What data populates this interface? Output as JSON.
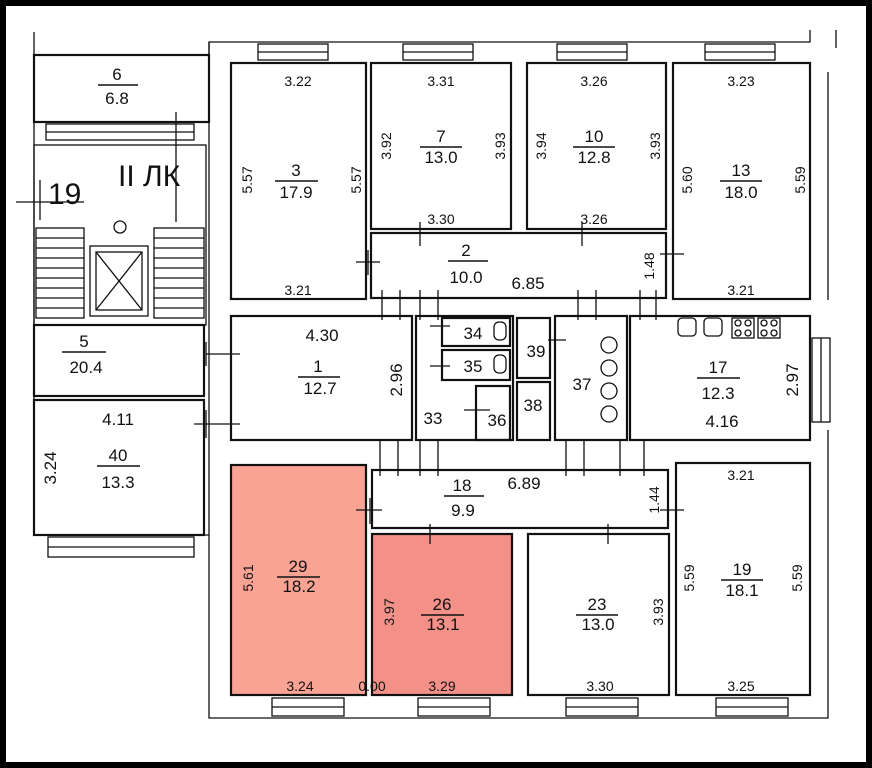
{
  "colors": {
    "frame": "#000000",
    "paper": "#ffffff",
    "line": "#111111",
    "room_29_highlight": "#f9a394",
    "room_26_highlight": "#f39088"
  },
  "stair_marks": {
    "section_label": "II ЛК",
    "floor_number": "19"
  },
  "rooms": [
    {
      "id": "r6",
      "number": "6",
      "area": "6.8"
    },
    {
      "id": "r3",
      "number": "3",
      "area": "17.9"
    },
    {
      "id": "r7",
      "number": "7",
      "area": "13.0"
    },
    {
      "id": "r10",
      "number": "10",
      "area": "12.8"
    },
    {
      "id": "r13",
      "number": "13",
      "area": "18.0"
    },
    {
      "id": "r2",
      "number": "2",
      "area": "10.0"
    },
    {
      "id": "r5",
      "number": "5",
      "area": "20.4"
    },
    {
      "id": "r1",
      "number": "1",
      "area": "12.7"
    },
    {
      "id": "r40",
      "number": "40",
      "area": "13.3"
    },
    {
      "id": "r17",
      "number": "17",
      "area": "12.3"
    },
    {
      "id": "r18",
      "number": "18",
      "area": "9.9"
    },
    {
      "id": "r29",
      "number": "29",
      "area": "18.2",
      "highlighted": true
    },
    {
      "id": "r26",
      "number": "26",
      "area": "13.1",
      "highlighted": true
    },
    {
      "id": "r23",
      "number": "23",
      "area": "13.0"
    },
    {
      "id": "r19",
      "number": "19",
      "area": "18.1"
    }
  ],
  "small_rooms": [
    "34",
    "35",
    "36",
    "39",
    "33",
    "38",
    "37"
  ],
  "dimensions": {
    "r3_top": "3.22",
    "r3_left": "5.57",
    "r3_right": "5.57",
    "r3_bottom": "3.21",
    "r7_top": "3.31",
    "r7_left": "3.92",
    "r7_right": "3.93",
    "r7_bottom": "3.30",
    "r10_top": "3.26",
    "r10_left": "3.94",
    "r10_right": "3.93",
    "r10_bottom": "3.26",
    "r13_top": "3.23",
    "r13_left": "5.60",
    "r13_right": "5.59",
    "r13_bottom": "3.21",
    "r2_length": "6.85",
    "r2_width": "1.48",
    "r1_top": "4.30",
    "r1_right": "2.96",
    "r40_top": "4.11",
    "r40_left": "3.24",
    "r17_right": "2.97",
    "r17_bottom": "4.16",
    "r18_length": "6.89",
    "r18_width": "1.44",
    "r19_top": "3.21",
    "r19_left": "5.59",
    "r19_right": "5.59",
    "r19_bottom": "3.25",
    "r29_left": "5.61",
    "r29_bottom": "3.24",
    "r26_left": "3.97",
    "r26_bottom": "3.29",
    "r26_corner": "0.00",
    "r23_right": "3.93",
    "r23_bottom": "3.30"
  }
}
